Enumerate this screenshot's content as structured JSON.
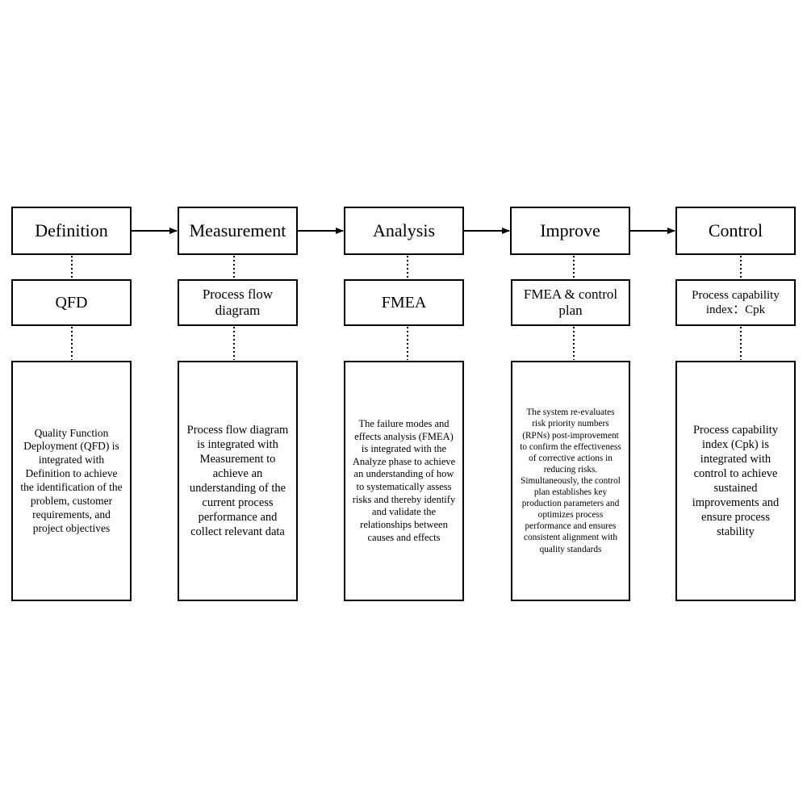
{
  "phases": [
    {
      "label": "Definition",
      "tool": "QFD",
      "description": "Quality Function Deployment (QFD) is integrated with Definition to achieve the identification of the problem, customer requirements, and project objectives"
    },
    {
      "label": "Measurement",
      "tool": "Process flow diagram",
      "description": "Process flow diagram is integrated with Measurement to achieve an understanding of the current process performance and collect relevant data"
    },
    {
      "label": "Analysis",
      "tool": "FMEA",
      "description": "The failure modes and effects analysis (FMEA) is integrated with the Analyze phase to achieve an understanding of how to systematically assess risks and thereby identify and validate the relationships between causes and effects"
    },
    {
      "label": "Improve",
      "tool": "FMEA & control plan",
      "description": "The system re-evaluates risk priority numbers (RPNs) post-improvement to confirm the effectiveness of corrective actions in reducing risks. Simultaneously, the control plan establishes key production parameters and optimizes process performance and ensures consistent alignment with quality standards"
    },
    {
      "label": "Control",
      "tool": "Process capability index：Cpk",
      "description": "Process capability index (Cpk) is integrated with control to achieve sustained improvements and ensure process stability"
    }
  ],
  "colors": {
    "stroke": "#000000",
    "background": "#ffffff"
  }
}
